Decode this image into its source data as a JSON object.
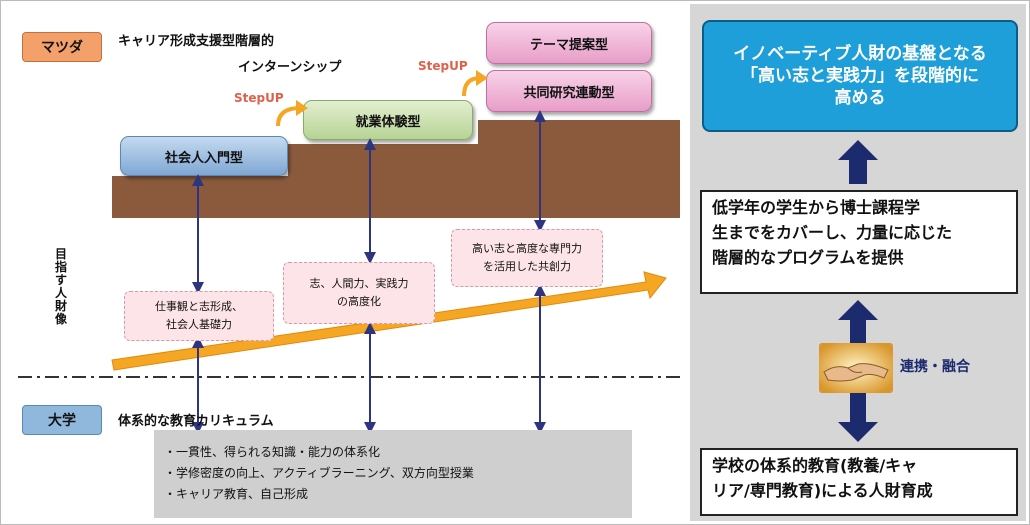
{
  "mazda": {
    "tag": "マツダ",
    "heading_line1": "キャリア形成支援型階層的",
    "heading_line2": "インターンシップ",
    "stages": {
      "intro": "社会人入門型",
      "work": "就業体験型",
      "joint": "共同研究連動型",
      "theme": "テーマ提案型"
    },
    "stepup_1": "StepUP",
    "stepup_2": "StepUP"
  },
  "target_label": "目指す人財像",
  "skills": {
    "s1_line1": "仕事観と志形成、",
    "s1_line2": "社会人基礎力",
    "s2_line1": "志、人間力、実践力",
    "s2_line2": "の高度化",
    "s3_line1": "高い志と高度な専門力",
    "s3_line2": "を活用した共創力"
  },
  "university": {
    "tag": "大学",
    "heading": "体系的な教育カリキュラム",
    "points": [
      "・一貫性、得られる知識・能力の体系化",
      "・学修密度の向上、アクティブラーニング、双方向型授業",
      "・キャリア教育、自己形成"
    ]
  },
  "right": {
    "goal_line1": "イノベーティブ人財の基盤となる",
    "goal_line2": "「高い志と実践力」を段階的に",
    "goal_line3": "高める",
    "program_line1": "低学年の学生から博士課程学",
    "program_line2": "生までをカバーし、力量に応じた",
    "program_line3": "階層的なプログラムを提供",
    "renkei": "連携・融合",
    "school_line1": "学校の体系的教育(教養/キャ",
    "school_line2": "リア/専門教育)による人財育成"
  },
  "colors": {
    "mazda_tag": "#f4a06a",
    "university_tag": "#8fb8dc",
    "goal_box": "#1e9fd9",
    "growth_arrow": "#f5a623",
    "connector_arrows": "#2e3580",
    "steps": "#8b5a3c"
  },
  "icons": {
    "handshake": "handshake-icon",
    "up_arrow": "up-arrow-icon",
    "double_arrow": "double-arrow-icon"
  }
}
